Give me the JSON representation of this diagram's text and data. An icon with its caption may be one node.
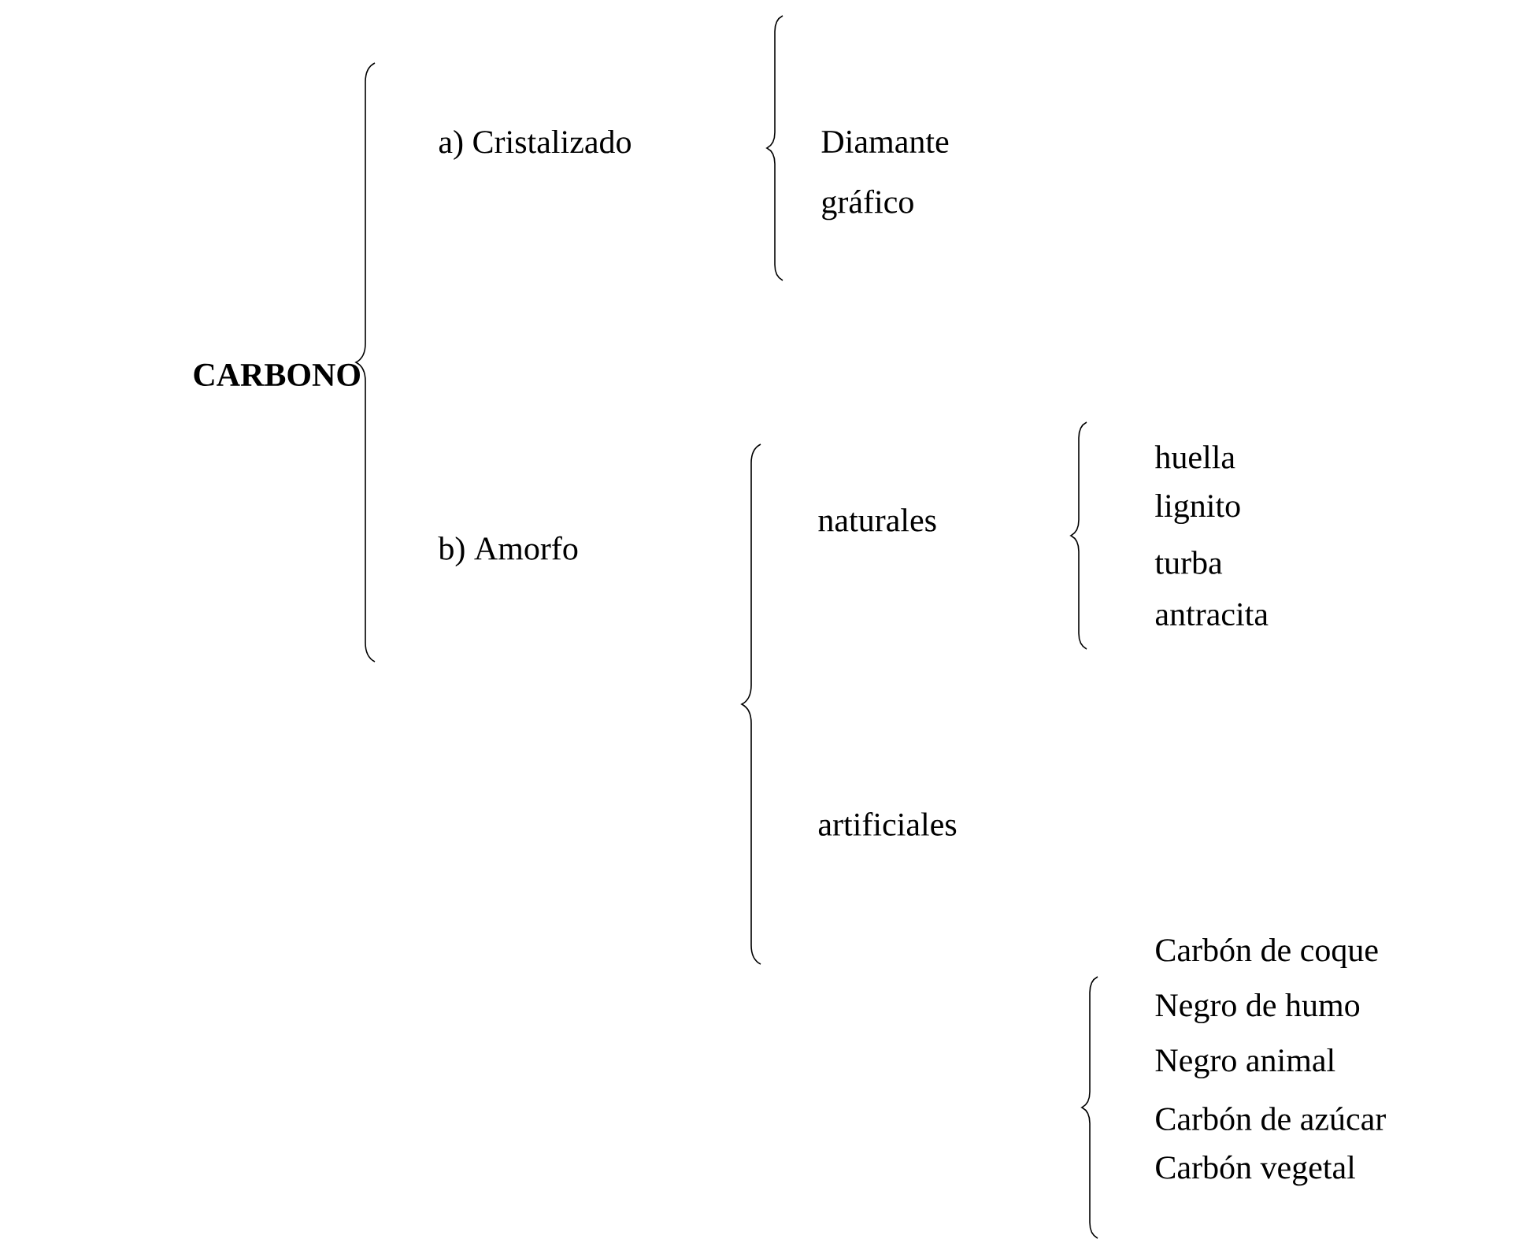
{
  "diagram": {
    "labels": [
      "CARBONO",
      "a) Cristalizado",
      "Diamante",
      "gráfico",
      "b) Amorfo",
      "naturales",
      "huella",
      "lignito",
      "turba",
      "antracita",
      "artificiales",
      "Carbón de coque",
      "Negro de humo",
      "Negro animal",
      "Carbón de azúcar",
      "Carbón vegetal"
    ]
  }
}
